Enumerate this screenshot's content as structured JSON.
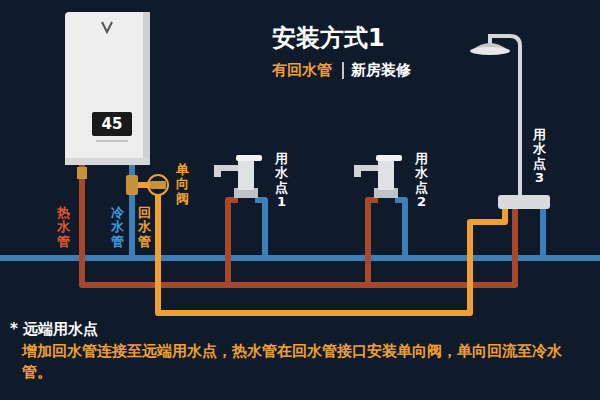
{
  "diagram": {
    "title": "安装方式1",
    "nodes": [
      {
        "text": [
          "45"
        ]
      }
    ],
    "labels": [
      "有回水管",
      "新房装修",
      "热水管",
      "冷水管",
      "回水管",
      "单向阀",
      "用水点1",
      "用水点2",
      "用水点3",
      "* 远端用水点",
      "增加回水管连接至远端用水点，热水管在回水管接口安装单向阀，单向回流至冷水管。"
    ]
  }
}
